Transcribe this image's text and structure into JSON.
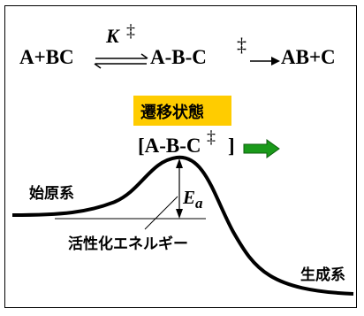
{
  "equation": {
    "reactants": "A+BC",
    "rate_constant": "K",
    "rate_constant_superscript": "‡",
    "activated_complex": "A-B-C",
    "activated_complex_superscript": "‡",
    "products": "AB+C"
  },
  "transition_state": {
    "label": "遷移状態",
    "formula": "[A-B-C",
    "formula_superscript": "‡",
    "formula_close": "]",
    "label_background": "#ffcc00",
    "arrow_color": "#1a9a1a"
  },
  "energy_profile": {
    "initial_system_label": "始原系",
    "product_system_label": "生成系",
    "activation_energy_symbol": "E",
    "activation_energy_subscript": "a",
    "activation_energy_label": "活性化エネルギー"
  }
}
